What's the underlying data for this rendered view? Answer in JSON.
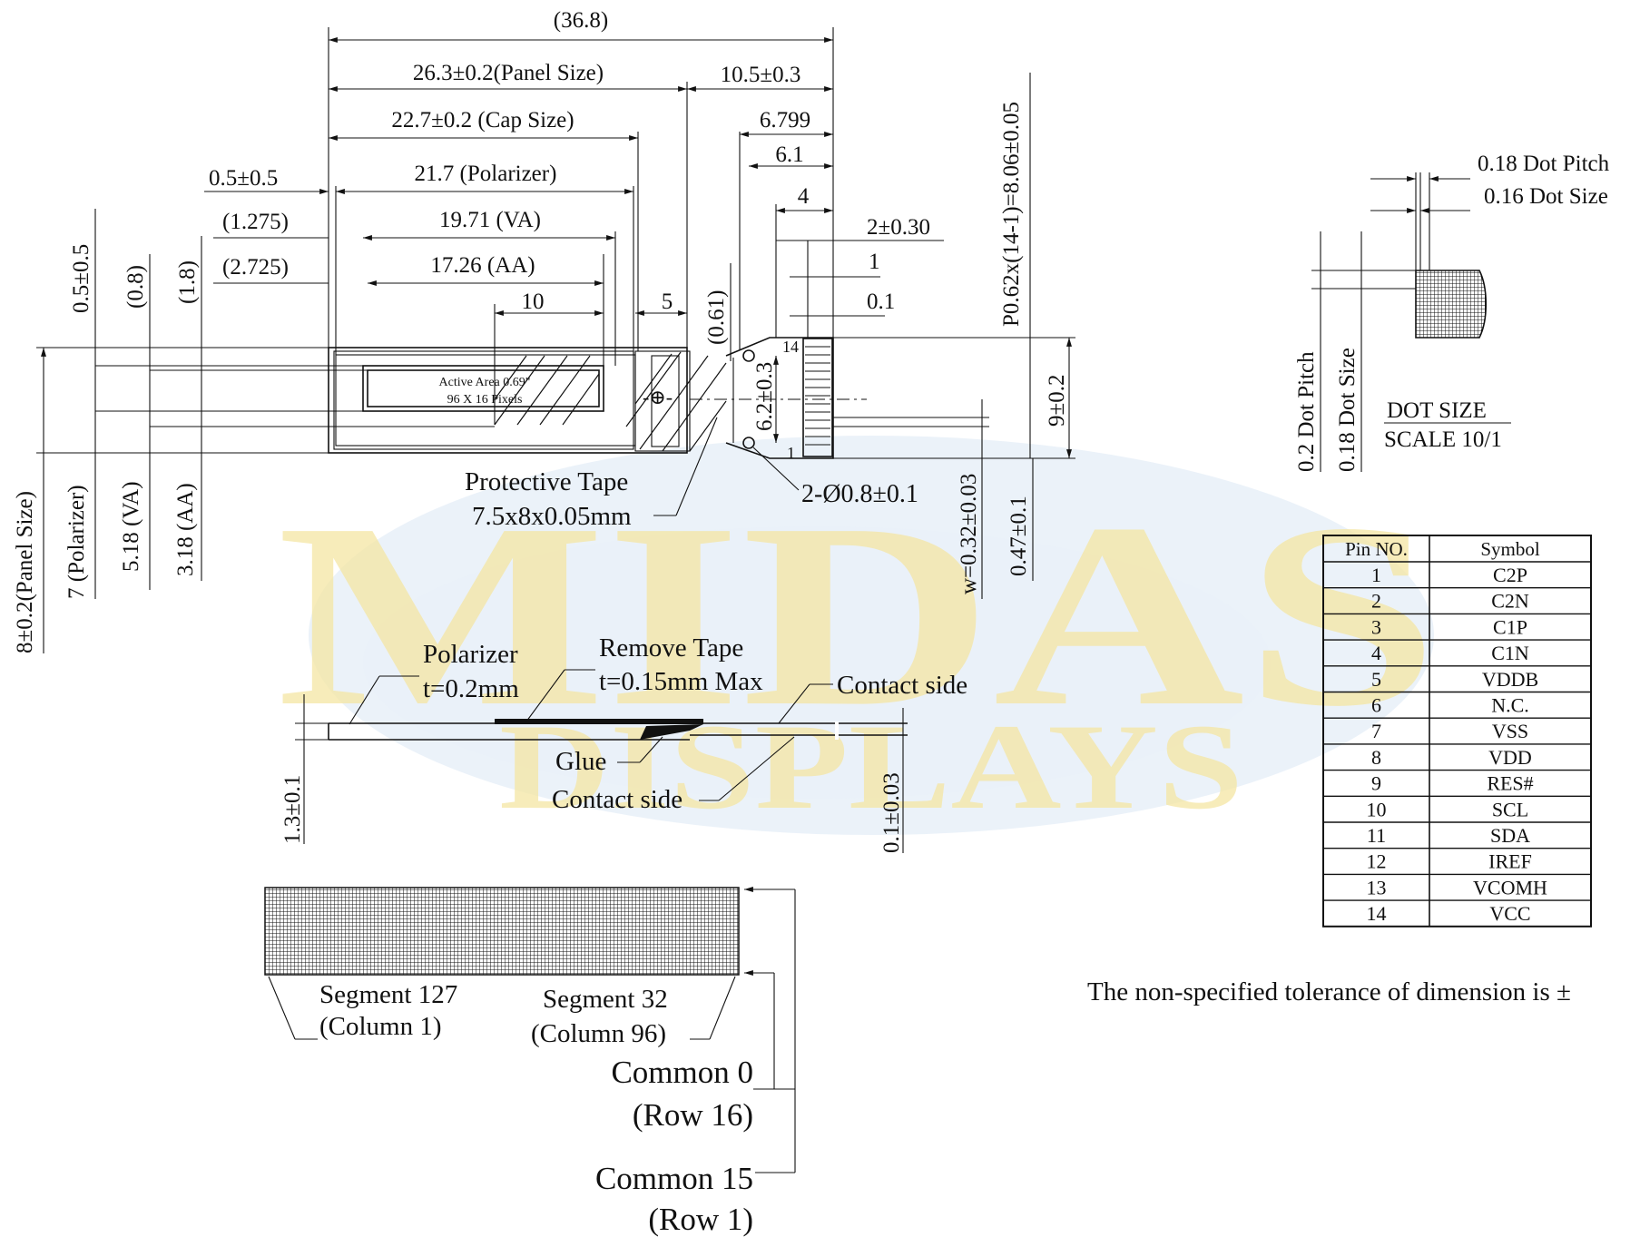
{
  "colors": {
    "watermark_text": "#f5e6a3",
    "watermark_swoosh": "#dbe7f4",
    "line": "#111111"
  },
  "watermark": {
    "brand": "MIDAS",
    "sub": "DISPLAYS"
  },
  "top_view": {
    "dims_horizontal": {
      "overall": "(36.8)",
      "panel": "26.3±0.2(Panel Size)",
      "fpc_offset": "10.5±0.3",
      "cap": "22.7±0.2 (Cap Size)",
      "d6799": "6.799",
      "polarizer": "21.7 (Polarizer)",
      "polarizer_offset": "0.5±0.5",
      "d61": "6.1",
      "va_offset": "(1.275)",
      "va": "19.71 (VA)",
      "d4": "4",
      "d2": "2±0.30",
      "aa_offset": "(2.725)",
      "aa": "17.26 (AA)",
      "d1": "1",
      "d10": "10",
      "d5": "5",
      "d01": "0.1"
    },
    "dims_vertical": {
      "pol_top": "0.5±0.5",
      "va_top": "(0.8)",
      "aa_top": "(1.8)",
      "d061": "(0.61)",
      "pitch": "P0.62x(14-1)=8.06±0.05",
      "d62": "6.2±0.3",
      "d9": "9±0.2",
      "panel_h": "8±0.2(Panel Size)",
      "pol_h": "7 (Polarizer)",
      "va_h": "5.18 (VA)",
      "aa_h": "3.18 (AA)",
      "w": "w=0.32±0.03",
      "d047": "0.47±0.1"
    },
    "active_area": {
      "line1": "Active Area 0.69\"",
      "line2": "96 X 16 Pixels"
    },
    "pin_first": "14",
    "pin_last": "1",
    "holes": "2-Ø0.8±0.1",
    "protective_tape": {
      "line1": "Protective Tape",
      "line2": "7.5x8x0.05mm"
    }
  },
  "side_view": {
    "polarizer": "Polarizer",
    "polarizer_t": "t=0.2mm",
    "remove_tape": "Remove Tape",
    "remove_tape_t": "t=0.15mm Max",
    "contact_side_top": "Contact side",
    "glue": "Glue",
    "contact_side_bottom": "Contact side",
    "thickness": "1.3±0.1",
    "fpc_thickness": "0.1±0.03"
  },
  "dot_detail": {
    "dot_pitch_h": "0.18 Dot Pitch",
    "dot_size_h": "0.16 Dot Size",
    "dot_pitch_v": "0.2 Dot Pitch",
    "dot_size_v": "0.18 Dot Size",
    "title": "DOT SIZE",
    "scale": "SCALE 10/1"
  },
  "pin_table": {
    "headers": [
      "Pin NO.",
      "Symbol"
    ],
    "rows": [
      [
        "1",
        "C2P"
      ],
      [
        "2",
        "C2N"
      ],
      [
        "3",
        "C1P"
      ],
      [
        "4",
        "C1N"
      ],
      [
        "5",
        "VDDB"
      ],
      [
        "6",
        "N.C."
      ],
      [
        "7",
        "VSS"
      ],
      [
        "8",
        "VDD"
      ],
      [
        "9",
        "RES#"
      ],
      [
        "10",
        "SCL"
      ],
      [
        "11",
        "SDA"
      ],
      [
        "12",
        "IREF"
      ],
      [
        "13",
        "VCOMH"
      ],
      [
        "14",
        "VCC"
      ]
    ]
  },
  "pixel_map": {
    "seg127": "Segment 127",
    "col1": "(Column 1)",
    "seg32": "Segment 32",
    "col96": "(Column 96)",
    "com0": "Common 0",
    "row16": "(Row 16)",
    "com15": "Common 15",
    "row1": "(Row 1)"
  },
  "note": "The non-specified tolerance of dimension is ±"
}
